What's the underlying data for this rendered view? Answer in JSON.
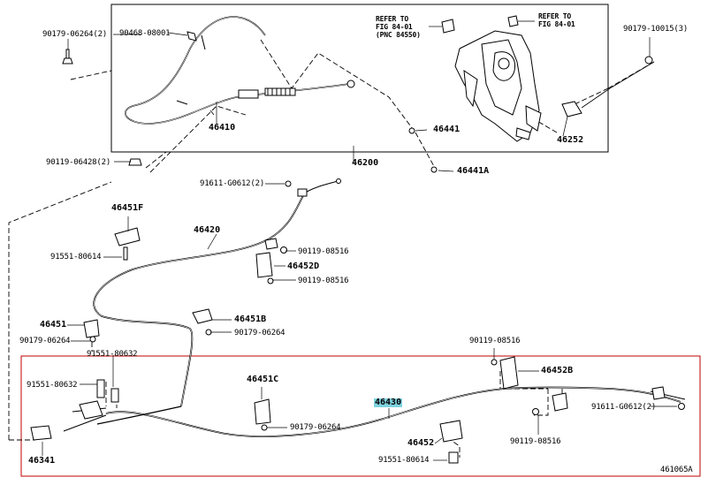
{
  "colors": {
    "line": "#000000",
    "highlight_box": "#c00000",
    "label_highlight": "#7fd3df"
  },
  "labels": {
    "p90179_06264_2": "90179-06264(2)",
    "p90468_08001": "90468-08001",
    "p46410": "46410",
    "p90119_06428_2": "90119-06428(2)",
    "ref_fig_left": "REFER TO\nFIG 84-01\n(PNC 84550)",
    "ref_fig_right": "REFER TO\nFIG 84-01",
    "p90179_10015_3": "90179-10015(3)",
    "p46441": "46441",
    "p46252": "46252",
    "p46200": "46200",
    "p46441A": "46441A",
    "p91611_g0612_2_top": "91611-G0612(2)",
    "p46451F": "46451F",
    "p46420": "46420",
    "p90119_08516_a": "90119-08516",
    "p91551_80614_a": "91551-80614",
    "p46452D": "46452D",
    "p90119_08516_b": "90119-08516",
    "p46451": "46451",
    "p46451B": "46451B",
    "p90179_06264_a": "90179-06264",
    "p90179_06264_b": "90179-06264",
    "p91551_80632_a": "91551-80632",
    "p91551_80632_b": "91551-80632",
    "p90119_08516_c": "90119-08516",
    "p46452B": "46452B",
    "p46451C": "46451C",
    "p46430": "46430",
    "p91611_g0612_2_bot": "91611-G0612(2)",
    "p90179_06264_c": "90179-06264",
    "p90119_08516_d": "90119-08516",
    "p46452": "46452",
    "p46341": "46341",
    "p91551_80614_b": "91551-80614",
    "diagram_id": "461065A"
  }
}
